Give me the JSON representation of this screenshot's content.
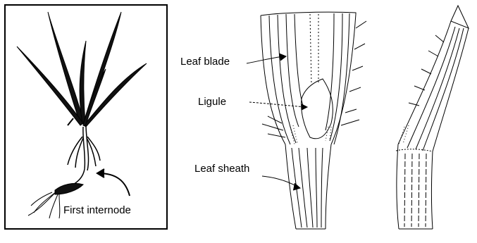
{
  "labels": {
    "first_internode": "First internode",
    "leaf_blade": "Leaf blade",
    "ligule": "Ligule",
    "leaf_sheath": "Leaf sheath"
  },
  "colors": {
    "ink": "#000000",
    "paper": "#ffffff"
  }
}
